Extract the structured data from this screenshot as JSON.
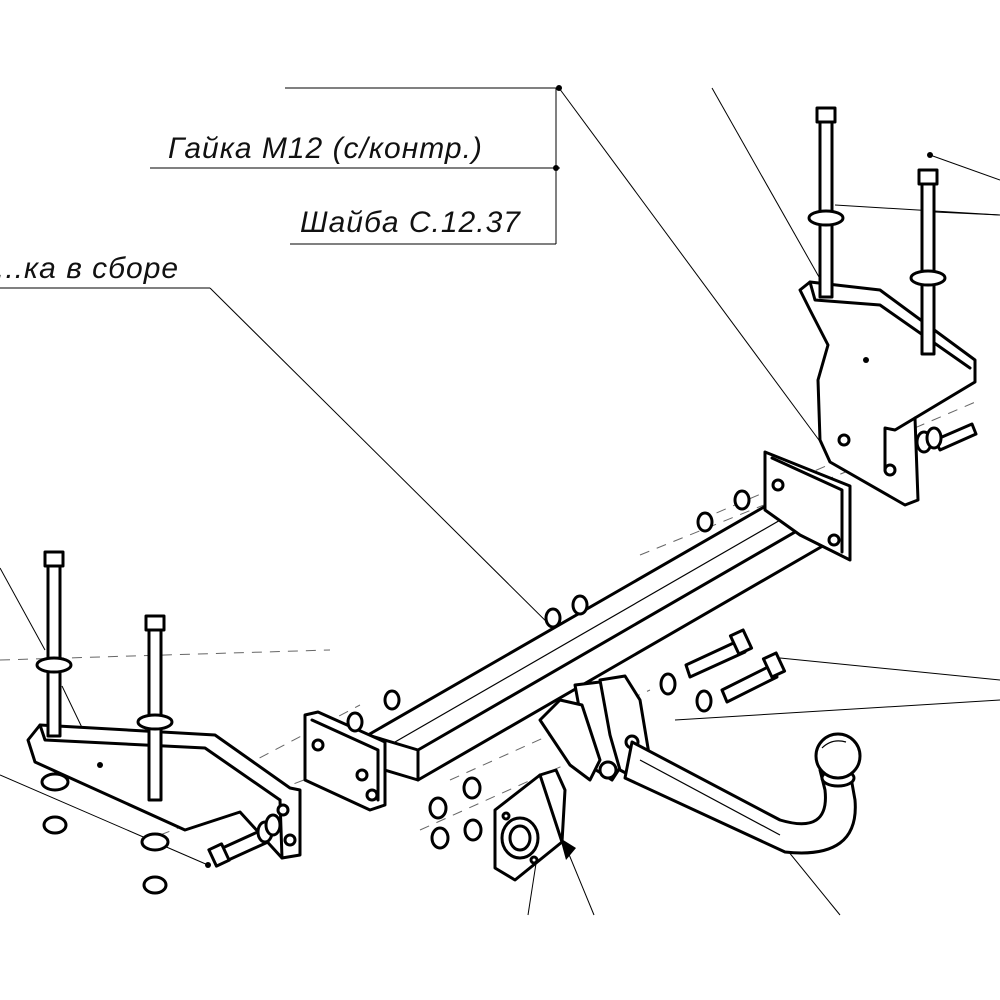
{
  "labels": {
    "nut": "Гайка М12 (с/контр.)",
    "washer": "Шайба С.12.37",
    "assembly": "...ка в сборе"
  },
  "colors": {
    "ink": "#000000",
    "paper": "#ffffff"
  }
}
